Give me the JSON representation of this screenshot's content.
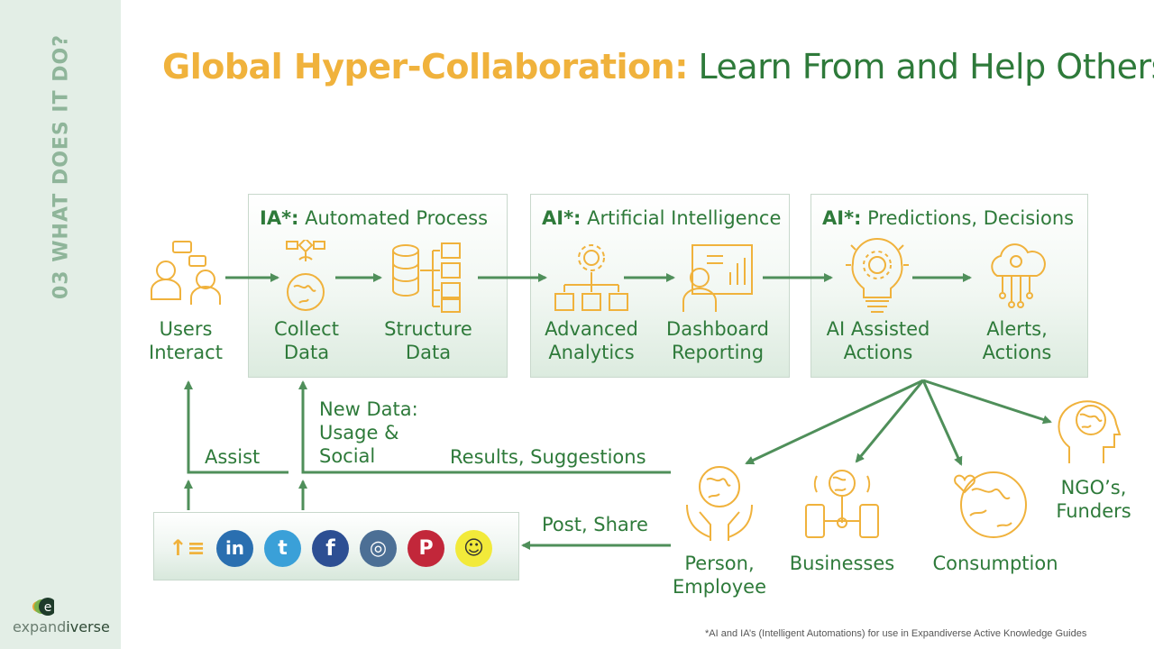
{
  "sidebar": {
    "label": "03  WHAT DOES IT DO?"
  },
  "logo": {
    "word_light": "expand",
    "word_dark": "iverse"
  },
  "title": {
    "highlight": "Global Hyper-Collaboration:",
    "rest": " Learn From and Help Others"
  },
  "panels": [
    {
      "bold": "IA*:",
      "text": " Automated Process"
    },
    {
      "bold": "AI*:",
      "text": " Artificial Intelligence"
    },
    {
      "bold": "AI*:",
      "text": " Predictions, Decisions"
    }
  ],
  "nodes": {
    "users": "Users\nInteract",
    "collect": "Collect\nData",
    "structure": "Structure\nData",
    "analytics": "Advanced\nAnalytics",
    "dashboard": "Dashboard\nReporting",
    "ai_actions": "AI Assisted\nActions",
    "alerts": "Alerts,\nActions",
    "person": "Person,\nEmployee",
    "businesses": "Businesses",
    "consumption": "Consumption",
    "ngo": "NGO’s,\nFunders"
  },
  "flow_labels": {
    "assist": "Assist",
    "new_data": "New Data:\nUsage &\nSocial",
    "results": "Results, Suggestions",
    "post_share": "Post, Share"
  },
  "social": [
    {
      "name": "feed",
      "glyph": "↑≡",
      "color": "#ffffff"
    },
    {
      "name": "linkedin",
      "glyph": "in",
      "color": "#2a6fb0"
    },
    {
      "name": "twitter",
      "glyph": "t",
      "color": "#3aa0d8"
    },
    {
      "name": "facebook",
      "glyph": "f",
      "color": "#2d4f93"
    },
    {
      "name": "instagram",
      "glyph": "◎",
      "color": "#4c6f95"
    },
    {
      "name": "pinterest",
      "glyph": "P",
      "color": "#c2273a"
    },
    {
      "name": "snapchat",
      "glyph": "☺",
      "color": "#f2ea3a"
    }
  ],
  "footnote": "*AI and IA’s (Intelligent Automations) for use in Expandiverse Active Knowledge Guides",
  "colors": {
    "green": "#2e7a3a",
    "orange": "#f0b23c",
    "arrow": "#4f8f5a"
  }
}
